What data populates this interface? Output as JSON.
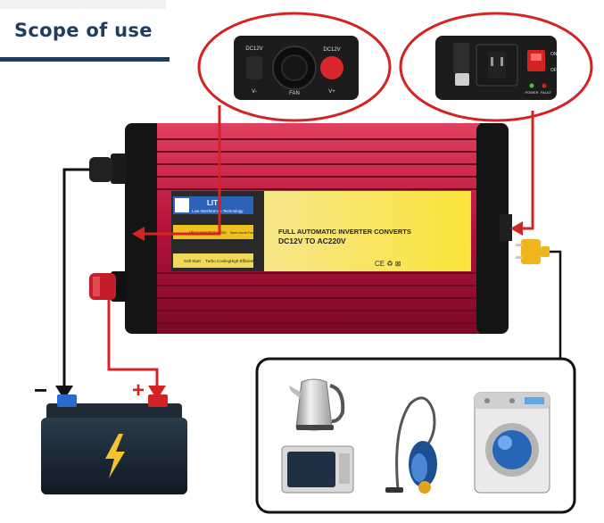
{
  "header": {
    "title": "Scope of use"
  },
  "fan_panel": {
    "left_label": "DC12V",
    "right_label": "DC12V",
    "fan_label": "FAN",
    "minus_label": "V-",
    "plus_label": "V+"
  },
  "ac_panel": {
    "on_label": "ON",
    "off_label": "OFF",
    "power_label": "POWER",
    "fault_label": "FAULT"
  },
  "inverter": {
    "badge1_brand": "LIT",
    "badge1_sub": "Low Interference Technology",
    "badge2_text": "Ultrasonic Protection",
    "badge2_right": "Short circuit Protection",
    "badge3_items": [
      "Soft Start",
      "Turbo Cooling",
      "High Efficient"
    ],
    "line1": "FULL AUTOMATIC INVERTER CONVERTS",
    "line2": "DC12V TO AC220V",
    "cert": "CE ♻ ⊠"
  },
  "battery": {
    "minus": "−",
    "plus": "+"
  },
  "colors": {
    "callout_red": "#d42323",
    "wire_black": "#111111",
    "header_navy": "#1f3d5c",
    "housing_red": "#c0143c"
  }
}
